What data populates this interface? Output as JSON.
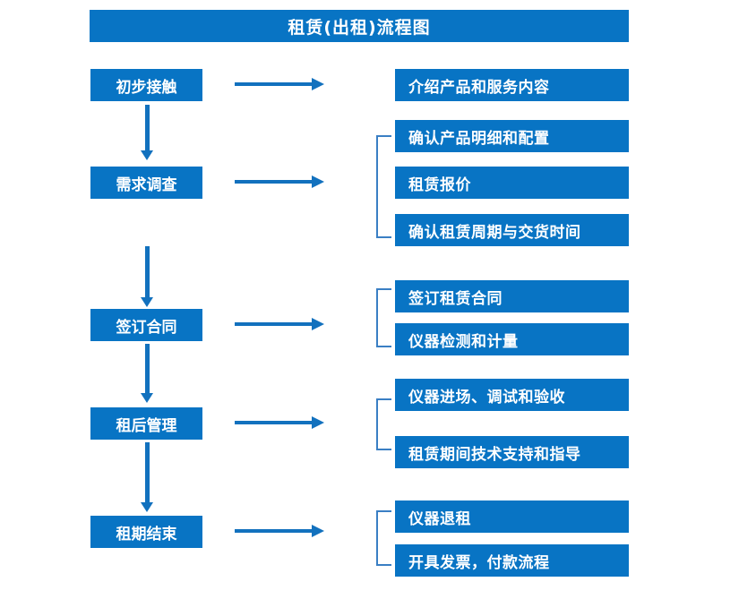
{
  "colors": {
    "box_fill": "#0874C4",
    "box_text": "#FFFFFF",
    "arrow": "#1271BE",
    "bracket": "#3A7FC4",
    "background": "#FFFFFF"
  },
  "title": "租赁(出租)流程图",
  "stages": [
    {
      "id": "initial-contact",
      "label": "初步接触",
      "has_bracket": false,
      "details": [
        "介绍产品和服务内容"
      ]
    },
    {
      "id": "demand-survey",
      "label": "需求调查",
      "has_bracket": true,
      "details": [
        "确认产品明细和配置",
        "租赁报价",
        "确认租赁周期与交货时间"
      ]
    },
    {
      "id": "sign-contract",
      "label": "签订合同",
      "has_bracket": true,
      "details": [
        "签订租赁合同",
        "仪器检测和计量"
      ]
    },
    {
      "id": "post-rental-management",
      "label": "租后管理",
      "has_bracket": true,
      "details": [
        "仪器进场、调试和验收",
        "租赁期间技术支持和指导"
      ]
    },
    {
      "id": "rental-end",
      "label": "租期结束",
      "has_bracket": true,
      "details": [
        "仪器退租",
        "开具发票，付款流程"
      ]
    }
  ],
  "connectors": {
    "horizontal_arrow_name": "right-arrow-icon",
    "vertical_arrow_name": "down-arrow-icon",
    "bracket_name": "group-bracket"
  }
}
